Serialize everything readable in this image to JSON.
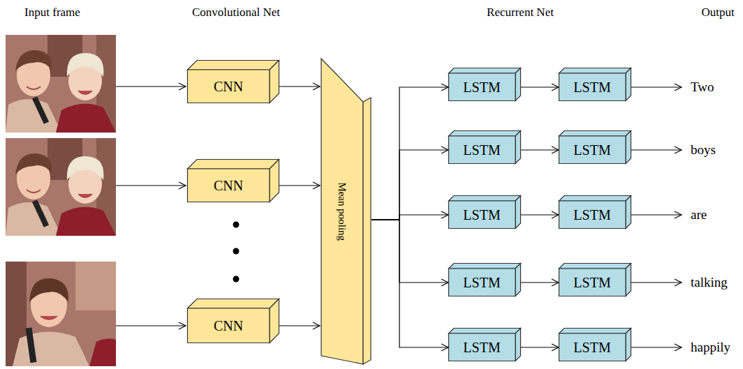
{
  "diagram": {
    "nodes": [
      {
        "text": [
          "CNN"
        ]
      },
      {
        "text": [
          "CNN"
        ]
      },
      {
        "text": [
          "CNN"
        ]
      },
      {
        "text": [
          "Mean pooling"
        ]
      },
      {
        "text": [
          "LSTM"
        ]
      },
      {
        "text": [
          "LSTM"
        ]
      },
      {
        "text": [
          "LSTM"
        ]
      },
      {
        "text": [
          "LSTM"
        ]
      },
      {
        "text": [
          "LSTM"
        ]
      },
      {
        "text": [
          "LSTM"
        ]
      },
      {
        "text": [
          "LSTM"
        ]
      },
      {
        "text": [
          "LSTM"
        ]
      },
      {
        "text": [
          "LSTM"
        ]
      },
      {
        "text": [
          "LSTM"
        ]
      }
    ],
    "edges": [
      {
        "from": 0,
        "to": 3,
        "arrow": "to"
      },
      {
        "from": 1,
        "to": 3,
        "arrow": "to"
      },
      {
        "from": 2,
        "to": 3,
        "arrow": "to"
      },
      {
        "from": 3,
        "to": 4,
        "arrow": "to"
      },
      {
        "from": 3,
        "to": 6,
        "arrow": "to"
      },
      {
        "from": 3,
        "to": 8,
        "arrow": "to"
      },
      {
        "from": 3,
        "to": 10,
        "arrow": "to"
      },
      {
        "from": 3,
        "to": 12,
        "arrow": "to"
      },
      {
        "from": 4,
        "to": 5,
        "arrow": "to"
      },
      {
        "from": 6,
        "to": 7,
        "arrow": "to"
      },
      {
        "from": 8,
        "to": 9,
        "arrow": "to"
      },
      {
        "from": 10,
        "to": 11,
        "arrow": "to"
      },
      {
        "from": 12,
        "to": 13,
        "arrow": "to"
      }
    ],
    "labels": [
      "Input frame",
      "Convolutional Net",
      "Recurrent Net",
      "Output",
      "Two",
      "boys",
      "are",
      "talking",
      "happily"
    ]
  }
}
